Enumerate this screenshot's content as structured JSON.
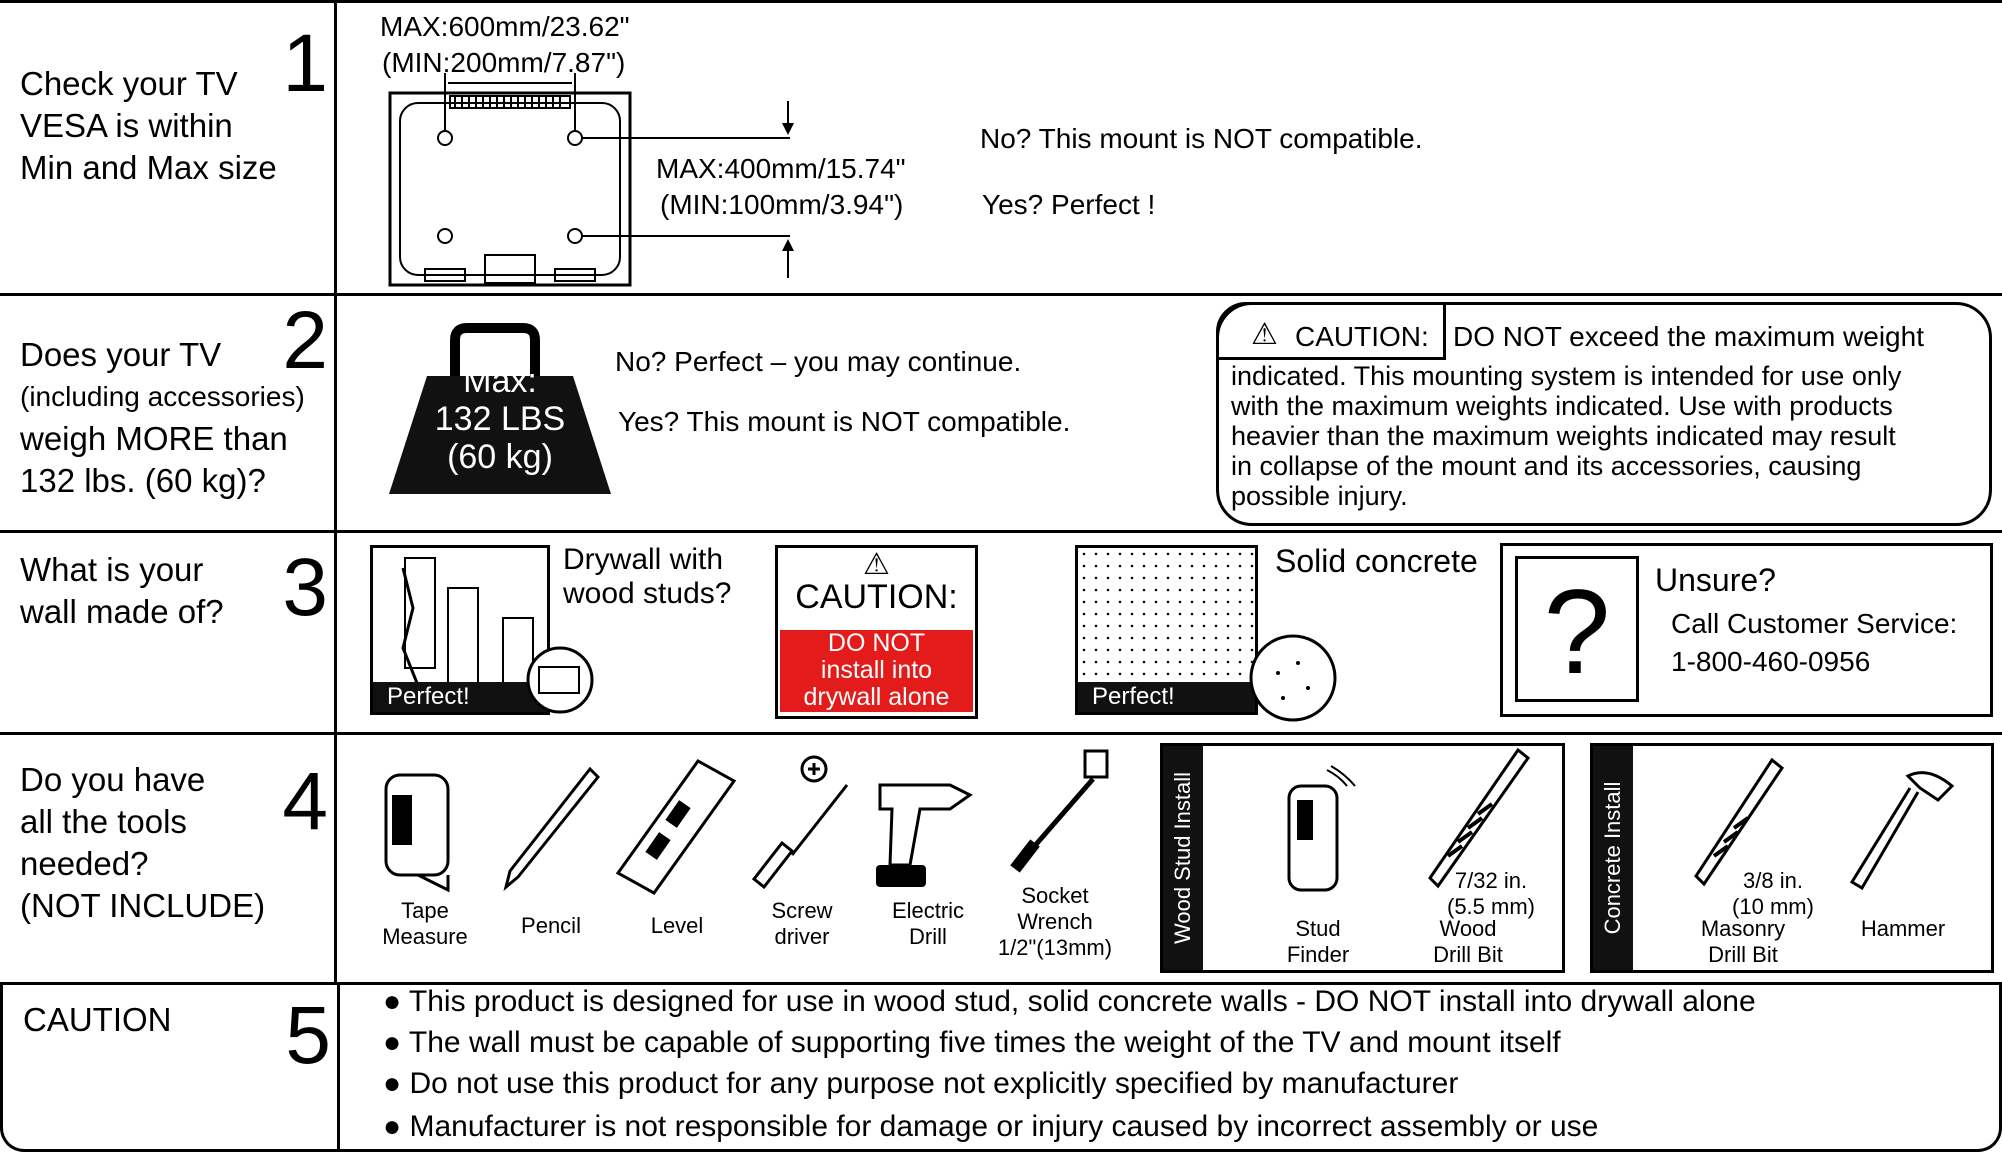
{
  "row1": {
    "question": [
      "Check your TV",
      "VESA is within",
      "Min and Max size"
    ],
    "number": "1",
    "max_width": "MAX:600mm/23.62\"",
    "min_width": "(MIN:200mm/7.87\")",
    "max_height": "MAX:400mm/15.74\"",
    "min_height": "(MIN:100mm/3.94\")",
    "no_text": "No? This mount is NOT compatible.",
    "yes_text": "Yes? Perfect !"
  },
  "row2": {
    "question": [
      "Does your TV",
      "(including accessories)",
      "weigh MORE than",
      "132 lbs. (60 kg)?"
    ],
    "number": "2",
    "weight_lines": [
      "Max:",
      "132 LBS",
      "(60 kg)"
    ],
    "no_text": "No? Perfect – you may continue.",
    "yes_text": "Yes? This mount is NOT compatible.",
    "caution_label": "CAUTION:",
    "caution_lines": [
      "DO NOT exceed the maximum weight",
      "indicated. This mounting system is intended for use only",
      "with the maximum weights indicated. Use with products",
      "heavier than the maximum weights indicated may result",
      "in collapse of the mount and its accessories, causing",
      "possible injury."
    ]
  },
  "row3": {
    "question": [
      "What is your",
      "wall made of?"
    ],
    "number": "3",
    "drywall_title": [
      "Drywall with",
      "wood studs?"
    ],
    "perfect": "Perfect!",
    "caution_title": "CAUTION:",
    "caution_lines": [
      "DO NOT",
      "install into",
      "drywall alone"
    ],
    "concrete_title": "Solid concrete",
    "unsure_symbol": "?",
    "unsure_title": "Unsure?",
    "unsure_lines": [
      "Call Customer Service:",
      "1-800-460-0956"
    ]
  },
  "row4": {
    "question": [
      "Do you have",
      "all the tools",
      "needed?",
      "(NOT INCLUDE)"
    ],
    "number": "4",
    "tools": [
      {
        "lines": [
          "Tape",
          "Measure"
        ]
      },
      {
        "lines": [
          "Pencil"
        ]
      },
      {
        "lines": [
          "Level"
        ]
      },
      {
        "lines": [
          "Screw",
          "driver"
        ]
      },
      {
        "lines": [
          "Electric",
          "Drill"
        ]
      },
      {
        "lines": [
          "Socket",
          "Wrench",
          "1/2\"(13mm)"
        ]
      }
    ],
    "wood_install": {
      "side_label": "Wood Stud Install",
      "stud_finder": [
        "Stud",
        "Finder"
      ],
      "bit_size": [
        "7/32 in.",
        "(5.5 mm)"
      ],
      "bit_name": [
        "Wood",
        "Drill Bit"
      ]
    },
    "concrete_install": {
      "side_label": "Concrete Install",
      "bit_size": [
        "3/8 in.",
        "(10 mm)"
      ],
      "bit_name": [
        "Masonry",
        "Drill Bit"
      ],
      "hammer": [
        "Hammer"
      ]
    }
  },
  "row5": {
    "title": "CAUTION",
    "number": "5",
    "bullets": [
      "● This product is designed for use in wood stud, solid concrete walls - DO NOT install  into drywall alone",
      "● The wall must be capable of supporting five times the weight of the TV and mount itself",
      "● Do not use this product for any purpose not explicitly specified by manufacturer",
      "● Manufacturer is not responsible for damage or injury caused by incorrect assembly or use"
    ]
  }
}
